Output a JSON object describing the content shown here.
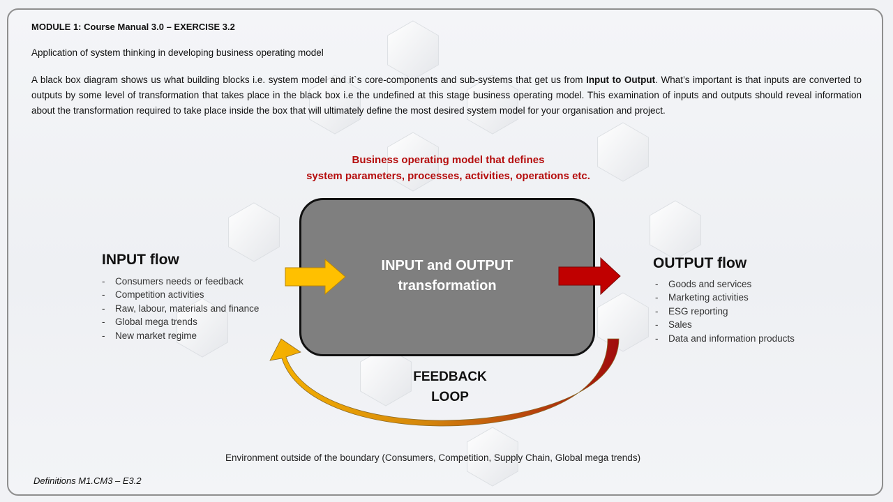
{
  "header": {
    "module_title": "MODULE 1: Course Manual 3.0 – EXERCISE 3.2",
    "subtitle": "Application of system thinking in developing business operating model",
    "paragraph_before": "A black box diagram shows us what building blocks i.e. system model and it`s core-components and sub-systems that get us from ",
    "paragraph_bold": "Input to Output",
    "paragraph_after": ". What’s important is that inputs are converted to outputs by some level of transformation that takes place in the black box i.e the undefined at this stage business operating model. This examination of inputs and outputs should reveal information about the transformation required to take place inside the box that will ultimately define the most desired system model for your organisation and project."
  },
  "diagram": {
    "model_title_line1": "Business operating model that defines",
    "model_title_line2": "system parameters, processes, activities, operations etc.",
    "box_line1": "INPUT and OUTPUT",
    "box_line2": "transformation",
    "input": {
      "title": "INPUT flow",
      "items": [
        "Consumers needs or feedback",
        "Competition  activities",
        "Raw, labour, materials and finance",
        "Global mega trends",
        "New market regime"
      ]
    },
    "output": {
      "title": "OUTPUT flow",
      "items": [
        "Goods and services",
        "Marketing activities",
        "ESG reporting",
        "Sales",
        "Data and information products"
      ]
    },
    "feedback_line1": "FEEDBACK",
    "feedback_line2": "LOOP",
    "environment": "Environment  outside of the boundary  (Consumers, Competition,  Supply Chain, Global mega trends)",
    "colors": {
      "input_arrow": "#ffc000",
      "output_arrow": "#c00000",
      "title_red": "#b50d0d",
      "box_fill": "#7f7f7f"
    }
  },
  "footer": {
    "definitions": "Definitions M1.CM3 – E3.2"
  }
}
